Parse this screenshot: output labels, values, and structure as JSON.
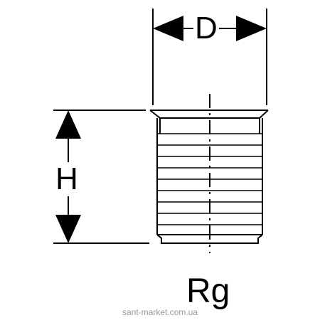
{
  "labels": {
    "diameter": "D",
    "height": "H",
    "thread": "Rg"
  },
  "watermark": "sant-market.com.ua",
  "colors": {
    "line": "#000000",
    "watermark": "#9a9a9a",
    "background": "#ffffff"
  }
}
